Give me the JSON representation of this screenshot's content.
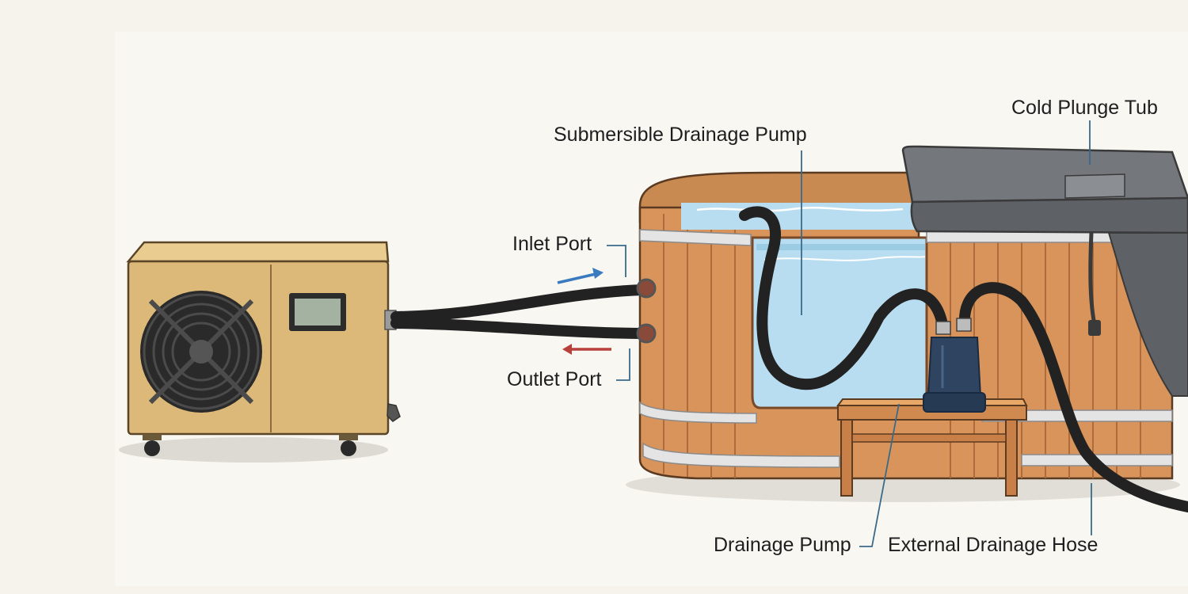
{
  "labels": {
    "cold_plunge_tub": "Cold Plunge Tub",
    "submersible_drainage_pump": "Submersible Drainage Pump",
    "inlet_port": "Inlet Port",
    "outlet_port": "Outlet Port",
    "drainage_pump": "Drainage Pump",
    "external_drainage_hose": "External Drainage Hose"
  },
  "colors": {
    "background": "#f5f3ec",
    "chiller_body": "#dcb978",
    "wood": "#d8945a",
    "water": "#b9ddf0",
    "hose": "#222222",
    "pump": "#2e4460",
    "cover": "#6b6e72",
    "inlet_arrow": "#3a7bbf",
    "outlet_arrow": "#b8403a",
    "leader_line": "#3a6a8a"
  }
}
